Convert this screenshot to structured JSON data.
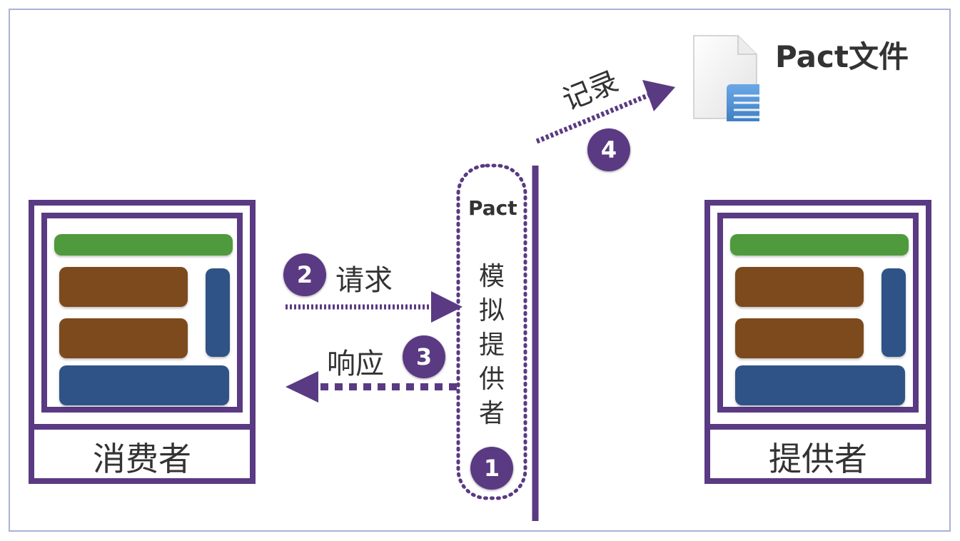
{
  "consumer": {
    "label": "消费者"
  },
  "provider": {
    "label": "提供者"
  },
  "mock": {
    "tool": "Pact",
    "chars": [
      "模",
      "拟",
      "提",
      "供",
      "者"
    ],
    "step": "1"
  },
  "request": {
    "step": "2",
    "label": "请求"
  },
  "response": {
    "step": "3",
    "label": "响应"
  },
  "record": {
    "step": "4",
    "label": "记录"
  },
  "pact_file": {
    "label": "Pact文件",
    "icon": "document-icon"
  },
  "colors": {
    "accent": "#5a3a82",
    "green": "#4f9a3c",
    "brown": "#7c4a1c",
    "blue": "#2f5386",
    "frame": "#aab2d6"
  }
}
